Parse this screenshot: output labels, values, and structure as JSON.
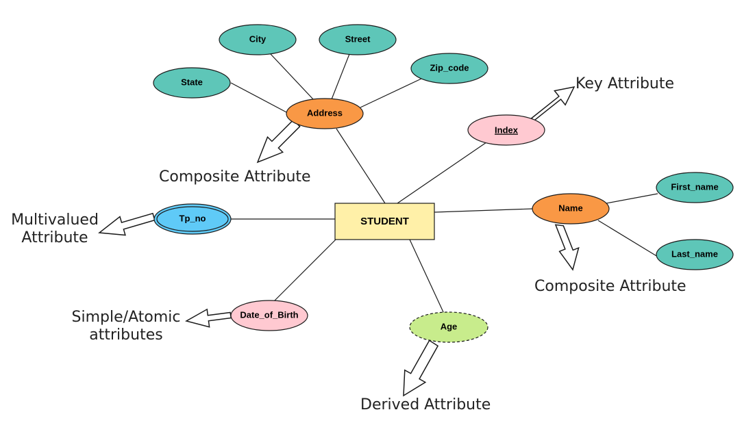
{
  "diagram": {
    "entity": {
      "label": "STUDENT",
      "fill": "#fff0a8"
    },
    "attributes": {
      "address": {
        "label": "Address",
        "fill": "#f99845",
        "kind": "composite"
      },
      "city": {
        "label": "City",
        "fill": "#5ec6b8"
      },
      "street": {
        "label": "Street",
        "fill": "#5ec6b8"
      },
      "state": {
        "label": "State",
        "fill": "#5ec6b8"
      },
      "zip_code": {
        "label": "Zip_code",
        "fill": "#5ec6b8"
      },
      "index": {
        "label": "Index",
        "fill": "#ffc9d1",
        "kind": "key"
      },
      "name": {
        "label": "Name",
        "fill": "#f99845",
        "kind": "composite"
      },
      "first_name": {
        "label": "First_name",
        "fill": "#5ec6b8"
      },
      "last_name": {
        "label": "Last_name",
        "fill": "#5ec6b8"
      },
      "tp_no": {
        "label": "Tp_no",
        "fill": "#5fcaf7",
        "kind": "multivalued"
      },
      "date_of_birth": {
        "label": "Date_of_Birth",
        "fill": "#ffc9d1",
        "kind": "simple"
      },
      "age": {
        "label": "Age",
        "fill": "#c8ec8c",
        "kind": "derived"
      }
    },
    "annotations": {
      "key": "Key Attribute",
      "composite_address": "Composite Attribute",
      "composite_name": "Composite Attribute",
      "multivalued_line1": "Multivalued",
      "multivalued_line2": "Attribute",
      "simple_line1": "Simple/Atomic",
      "simple_line2": "attributes",
      "derived": "Derived Attribute"
    }
  }
}
